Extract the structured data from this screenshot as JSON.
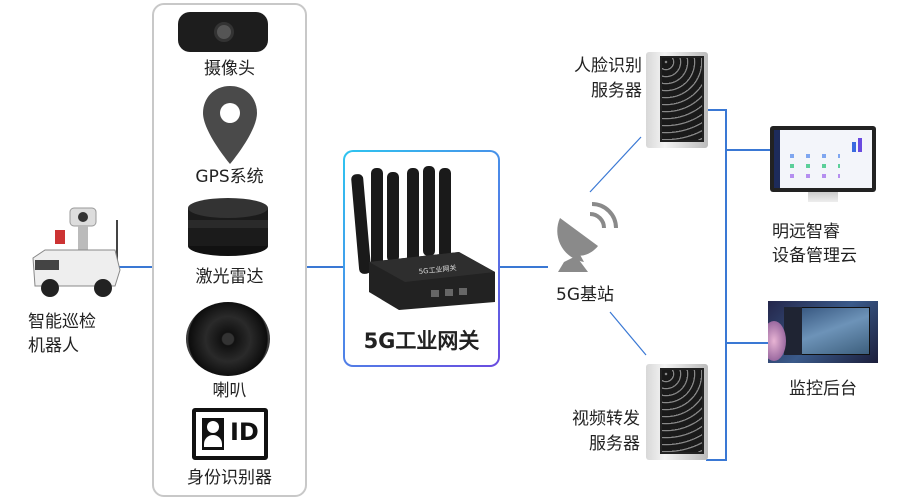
{
  "robot": {
    "label_line1": "智能巡检",
    "label_line2": "机器人"
  },
  "devices": [
    {
      "label": "摄像头",
      "icon": "webcam-icon"
    },
    {
      "label": "GPS系统",
      "icon": "location-pin-icon"
    },
    {
      "label": "激光雷达",
      "icon": "lidar-icon"
    },
    {
      "label": "喇叭",
      "icon": "speaker-icon"
    },
    {
      "label": "身份识别器",
      "icon": "id-card-icon",
      "icon_text": "ID"
    }
  ],
  "gateway": {
    "title": "5G工业网关",
    "device_text": "5G工业网关"
  },
  "base_station": {
    "label": "5G基站"
  },
  "servers": [
    {
      "label_line1": "人脸识别",
      "label_line2": "服务器"
    },
    {
      "label_line1": "视频转发",
      "label_line2": "服务器"
    }
  ],
  "cloud": {
    "label_line1": "明远智睿",
    "label_line2": "设备管理云"
  },
  "monitoring": {
    "label": "监控后台"
  },
  "colors": {
    "line": "#3a78d4",
    "gradient_start": "#2ec5f0",
    "gradient_end": "#6a4be0"
  }
}
